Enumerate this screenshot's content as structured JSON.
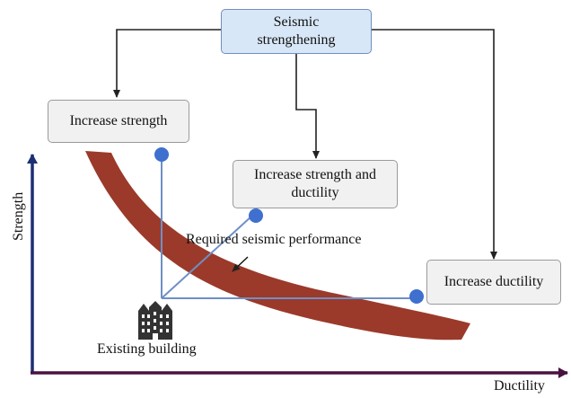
{
  "boxes": {
    "top": "Seismic strengthening",
    "strength": "Increase strength",
    "strength_ductility": "Increase strength and ductility",
    "ductility": "Increase ductility"
  },
  "labels": {
    "required": "Required seismic performance",
    "existing": "Existing building",
    "x_axis": "Ductility",
    "y_axis": "Strength"
  },
  "colors": {
    "band": "#9b3a2a",
    "axis_x": "#4a1240",
    "axis_y": "#1c2f74",
    "vector": "#6f8fc4",
    "dot": "#3f6fcf",
    "connector": "#222222",
    "top_box_fill": "#d8e7f7"
  },
  "icons": {
    "building": "building-icon"
  }
}
